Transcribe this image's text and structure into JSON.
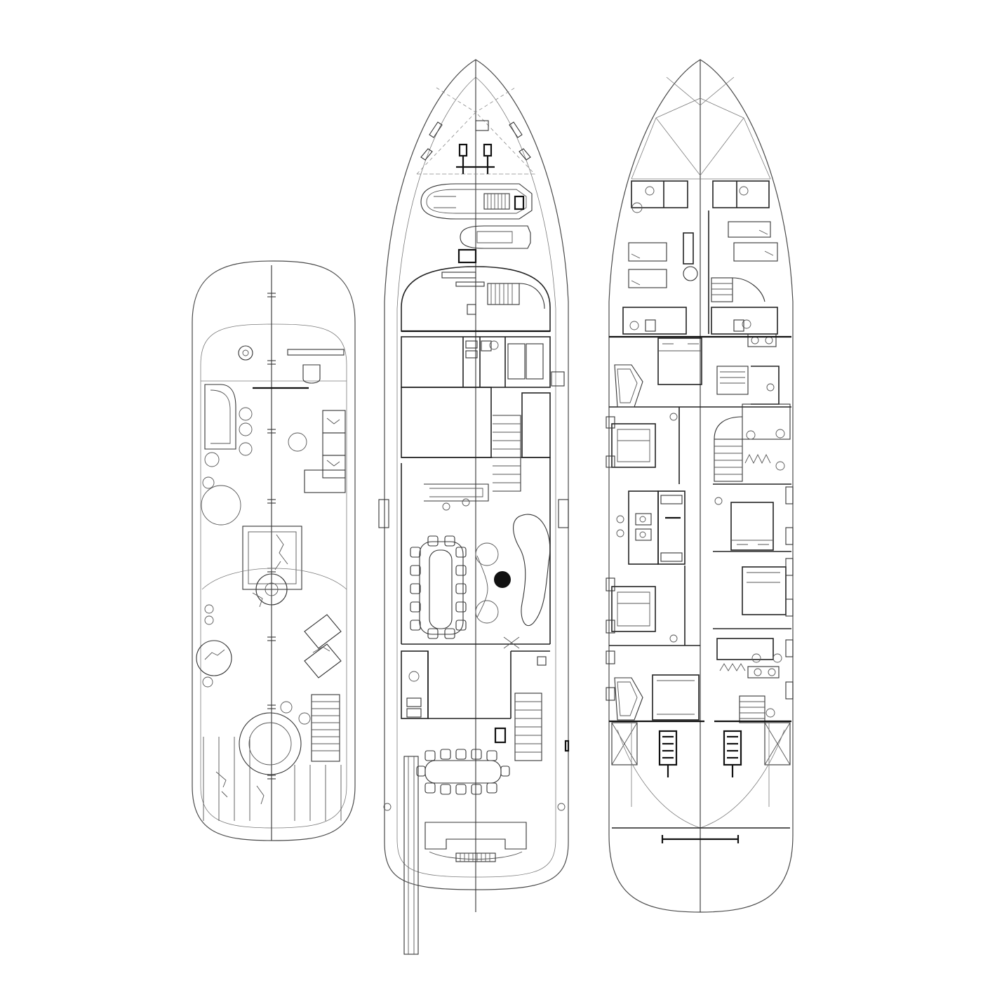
{
  "theme": {
    "background": "#ffffff",
    "line_color": "#333333",
    "hull_color": "#4a4a4a"
  },
  "plans": [
    {
      "id": "sun-deck",
      "icon": "sun-deck-plan-icon"
    },
    {
      "id": "main-deck",
      "icon": "main-deck-plan-icon"
    },
    {
      "id": "lower-deck",
      "icon": "lower-deck-plan-icon"
    }
  ]
}
